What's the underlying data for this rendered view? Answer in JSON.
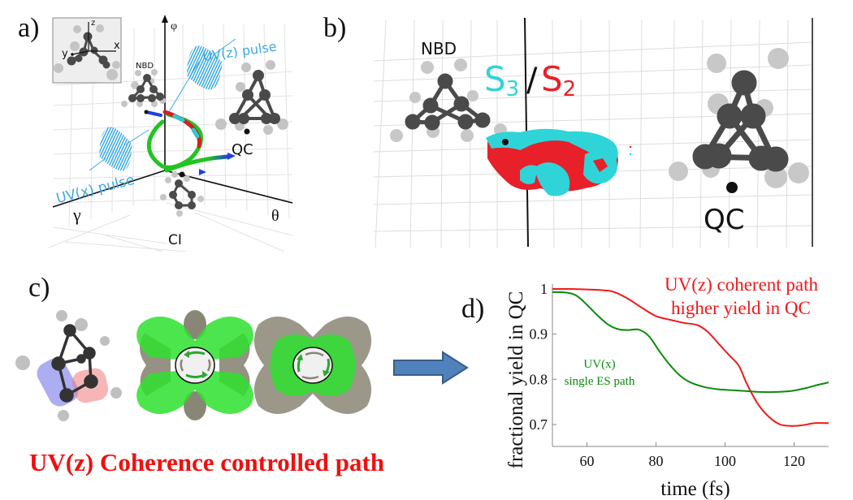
{
  "panels": {
    "a": {
      "label": "a)",
      "axes": {
        "vertical": "φ",
        "left": "γ",
        "right": "θ"
      },
      "inset_axes": {
        "z": "z",
        "x": "x",
        "y": "y"
      },
      "molecules": {
        "nbd": "NBD",
        "qc": "QC",
        "ci": "CI"
      },
      "pulses": {
        "uvz": "UV(z) pulse",
        "uvx": "UV(x) pulse"
      },
      "colors": {
        "pulse": "#3aa9e0",
        "trajectory_green": "#22c422",
        "trajectory_red": "#d42020",
        "trajectory_cyan": "#30c8d0",
        "trajectory_blue": "#2040e0"
      }
    },
    "b": {
      "label": "b)",
      "molecules": {
        "nbd": "NBD",
        "qc": "QC"
      },
      "states": {
        "s3": "S",
        "s3_sub": "3",
        "slash": "/",
        "s2": "S",
        "s2_sub": "2"
      },
      "colors": {
        "s3": "#2fd4d8",
        "s2": "#e8202a"
      }
    },
    "c": {
      "label": "c)",
      "caption": "UV(z) Coherence controlled path",
      "colors": {
        "caption": "#f01010",
        "lobe_green": "#2ee02e",
        "lobe_gray": "#8a8676",
        "left_blob": "#6a6ae8",
        "right_blob": "#f07a7a"
      }
    },
    "arrow": {
      "color": "#4f81bd",
      "border": "#385d8a"
    },
    "d": {
      "label": "d)"
    }
  },
  "chart_data": {
    "type": "line",
    "title": "",
    "xlabel": "time (fs)",
    "ylabel": "fractional yield in QC",
    "xlim": [
      50,
      130
    ],
    "ylim": [
      0.65,
      1.01
    ],
    "xticks": [
      60,
      80,
      100,
      120
    ],
    "yticks": [
      0.7,
      0.8,
      0.9,
      1
    ],
    "ytick_labels": [
      "0.7",
      "0.8",
      "0.9",
      "1"
    ],
    "grid": false,
    "series": [
      {
        "name": "UV(z) coherent path",
        "color": "#f01818",
        "x": [
          50,
          55,
          60,
          65,
          68,
          72,
          76,
          80,
          84,
          88,
          92,
          95,
          98,
          101,
          104,
          106,
          108,
          110,
          113,
          116,
          119,
          122,
          126,
          130
        ],
        "y": [
          1.0,
          1.0,
          0.999,
          0.997,
          0.993,
          0.978,
          0.958,
          0.94,
          0.932,
          0.925,
          0.92,
          0.905,
          0.88,
          0.855,
          0.83,
          0.795,
          0.765,
          0.74,
          0.715,
          0.7,
          0.697,
          0.698,
          0.703,
          0.703
        ]
      },
      {
        "name": "UV(x) single ES path",
        "color": "#0a8a0a",
        "x": [
          50,
          54,
          57,
          60,
          63,
          66,
          69,
          72,
          75,
          78,
          81,
          84,
          87,
          90,
          94,
          98,
          102,
          106,
          110,
          115,
          119,
          123,
          127,
          130
        ],
        "y": [
          0.993,
          0.992,
          0.985,
          0.965,
          0.942,
          0.922,
          0.911,
          0.909,
          0.91,
          0.895,
          0.862,
          0.832,
          0.808,
          0.793,
          0.783,
          0.778,
          0.776,
          0.774,
          0.772,
          0.772,
          0.774,
          0.78,
          0.788,
          0.793
        ]
      }
    ],
    "annotations": [
      {
        "text": "UV(z) coherent path",
        "color": "#f01818"
      },
      {
        "text": "higher yield in QC",
        "color": "#f01818"
      },
      {
        "text": "UV(x)",
        "color": "#0a8a0a"
      },
      {
        "text": "single ES path",
        "color": "#0a8a0a"
      }
    ]
  }
}
